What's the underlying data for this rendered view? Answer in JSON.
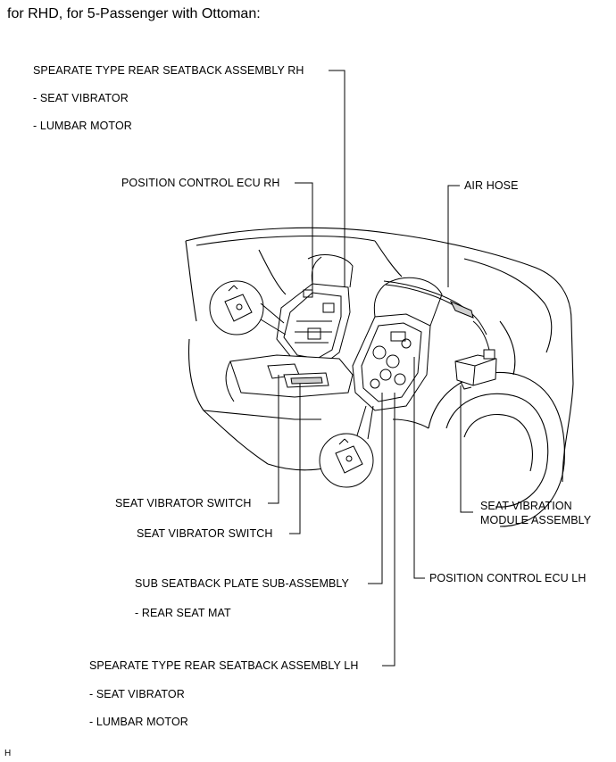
{
  "title": "for RHD, for 5-Passenger with Ottoman:",
  "labels": {
    "seatback_rh": "SPEARATE TYPE REAR SEATBACK ASSEMBLY RH",
    "seatback_rh_item1": "- SEAT VIBRATOR",
    "seatback_rh_item2": "- LUMBAR MOTOR",
    "ecu_rh": "POSITION CONTROL ECU RH",
    "air_hose": "AIR HOSE",
    "vib_switch_1": "SEAT VIBRATOR SWITCH",
    "vib_switch_2": "SEAT VIBRATOR SWITCH",
    "vib_module_line1": "SEAT VIBRATION",
    "vib_module_line2": "MODULE ASSEMBLY",
    "sub_plate": "SUB SEATBACK PLATE SUB-ASSEMBLY",
    "sub_plate_item1": "- REAR SEAT MAT",
    "ecu_lh": "POSITION CONTROL ECU LH",
    "seatback_lh": "SPEARATE TYPE REAR SEATBACK ASSEMBLY LH",
    "seatback_lh_item1": "- SEAT VIBRATOR",
    "seatback_lh_item2": "- LUMBAR MOTOR",
    "corner_mark": "H"
  },
  "colors": {
    "line": "#000000",
    "fill": "#ffffff",
    "shade": "#d0d0d0"
  }
}
